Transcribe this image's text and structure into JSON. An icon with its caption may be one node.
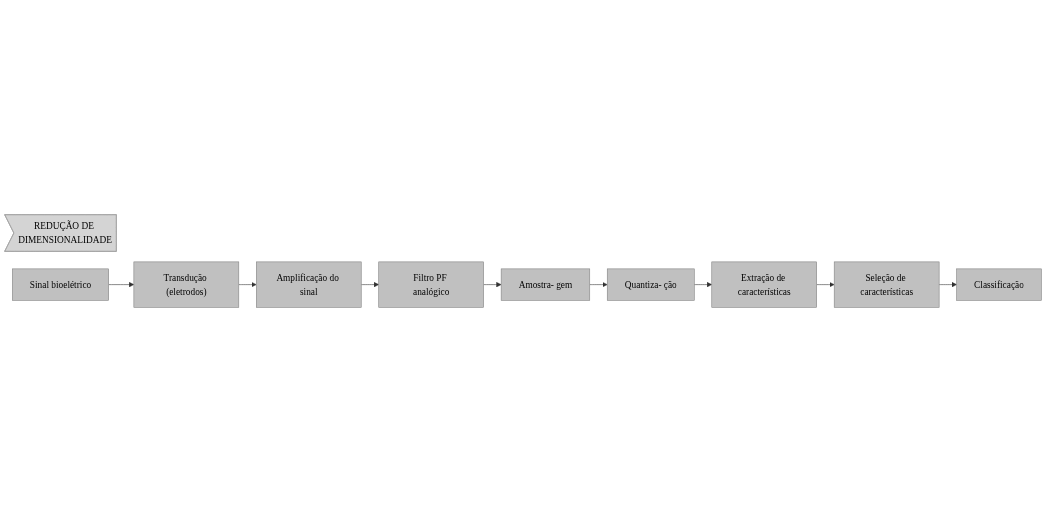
{
  "diagram": {
    "nodes": [
      {
        "text": [
          "REDUÇÃO DE DIMENSIONALIDADE"
        ]
      },
      {
        "text": [
          "Sinal bioelétrico"
        ]
      },
      {
        "text": [
          "Amplificação do sinal"
        ]
      },
      {
        "text": [
          "Amostra- gem"
        ]
      },
      {
        "text": [
          "Extração de características"
        ]
      },
      {
        "text": [
          "Classificação"
        ]
      },
      {
        "text": [
          "Transdução (eletrodos)"
        ]
      },
      {
        "text": [
          "Filtro PF analógico"
        ]
      },
      {
        "text": [
          "Quantiza- ção"
        ]
      },
      {
        "text": [
          "Seleção de características"
        ]
      }
    ],
    "edges": [
      {
        "from": 1,
        "to": 6,
        "arrow": "to"
      },
      {
        "from": 6,
        "to": 2,
        "arrow": "to"
      },
      {
        "from": 2,
        "to": 7,
        "arrow": "to"
      },
      {
        "from": 7,
        "to": 3,
        "arrow": "to"
      },
      {
        "from": 3,
        "to": 8,
        "arrow": "to"
      },
      {
        "from": 8,
        "to": 4,
        "arrow": "to"
      },
      {
        "from": 4,
        "to": 9,
        "arrow": "to"
      },
      {
        "from": 9,
        "to": 5,
        "arrow": "to"
      }
    ]
  }
}
